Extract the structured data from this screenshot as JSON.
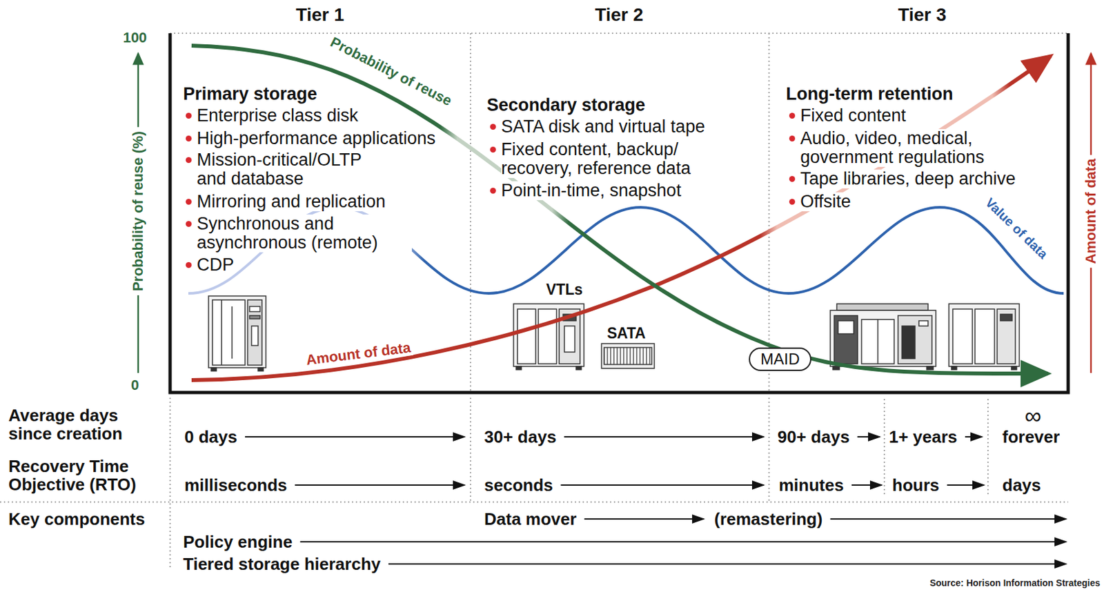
{
  "diagram": {
    "caption": "Source: Horison Information Strategies",
    "nodes": [
      {
        "text": [
          "MAID"
        ]
      }
    ],
    "labels": [
      "Tier 1",
      "Tier 2",
      "Tier 3",
      "100",
      "0",
      "Probability of reuse (%)",
      "Amount of data",
      "Probability of reuse",
      "Amount of data",
      "Value of data",
      "Primary storage",
      "Enterprise class disk",
      "High-performance applications",
      "Mission-critical/OLTP and database",
      "Mirroring and replication",
      "Synchronous and asynchronous (remote)",
      "CDP",
      "Secondary storage",
      "SATA disk and virtual tape",
      "Fixed content, backup/ recovery, reference data",
      "Point-in-time, snapshot",
      "Long-term retention",
      "Fixed content",
      "Audio, video, medical, government regulations",
      "Tape libraries, deep archive",
      "Offsite",
      "VTLs",
      "SATA",
      "Average days since creation",
      "0 days",
      "30+ days",
      "90+ days",
      "1+ years",
      "∞",
      "forever",
      "Recovery Time Objective (RTO)",
      "milliseconds",
      "seconds",
      "minutes",
      "hours",
      "days",
      "Key components",
      "Data mover",
      "(remastering)",
      "Policy engine",
      "Tiered storage hierarchy"
    ]
  }
}
